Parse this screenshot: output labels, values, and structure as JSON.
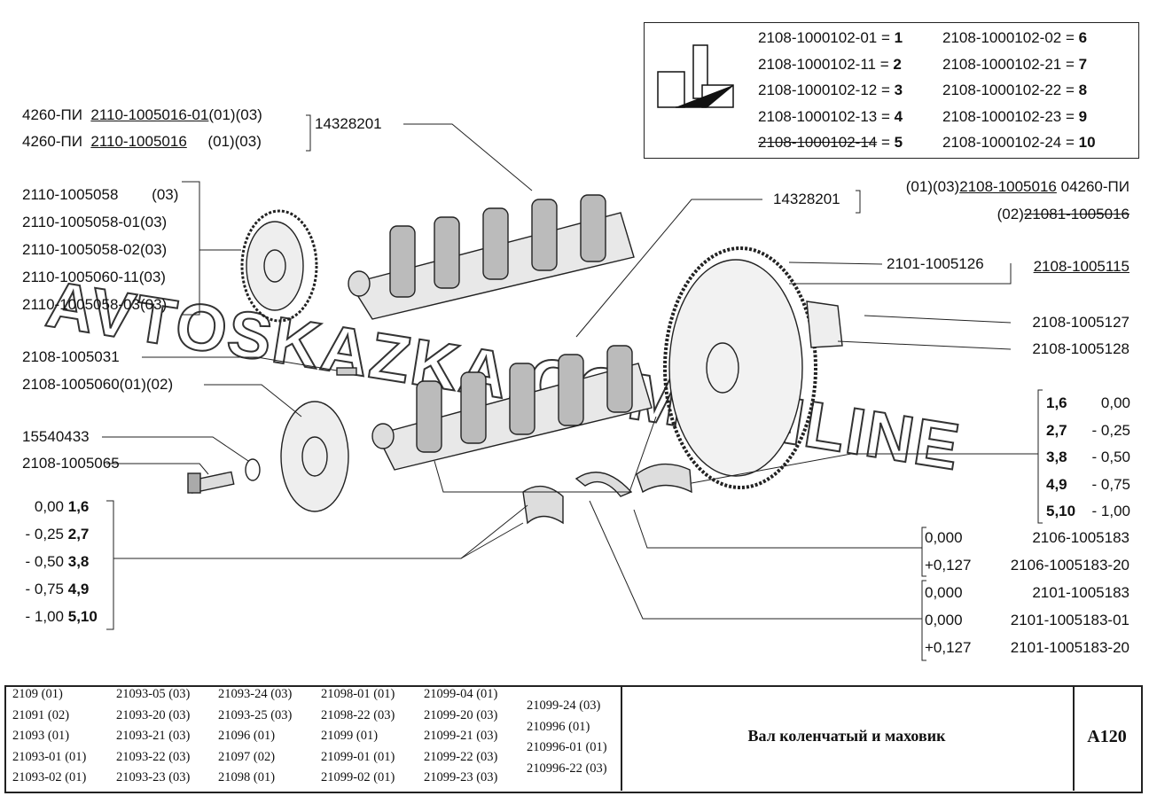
{
  "legend_box": {
    "rows": [
      {
        "code": "2108-1000102-01",
        "num": "1",
        "code2": "2108-1000102-02",
        "num2": "6"
      },
      {
        "code": "2108-1000102-11",
        "num": "2",
        "code2": "2108-1000102-21",
        "num2": "7"
      },
      {
        "code": "2108-1000102-12",
        "num": "3",
        "code2": "2108-1000102-22",
        "num2": "8"
      },
      {
        "code": "2108-1000102-13",
        "num": "4",
        "code2": "2108-1000102-23",
        "num2": "9"
      },
      {
        "code": "2108-1000102-14",
        "num": "5",
        "code2": "2108-1000102-24",
        "num2": "10"
      }
    ]
  },
  "labels": {
    "pulley_a_prefix": "4260-ПИ",
    "pulley_a_code": "2110-1005016-01",
    "pulley_a_suffix": "(01)(03)",
    "pulley_b_prefix": "4260-ПИ",
    "pulley_b_code": "2110-1005016",
    "pulley_b_suffix": "(01)(03)",
    "plug_top": "14328201",
    "damper": [
      "2110-1005058        (03)",
      "2110-1005058-01(03)",
      "2110-1005058-02(03)",
      "2110-1005060-11(03)",
      "2110-1005058-03(03)"
    ],
    "key": "2108-1005031",
    "pulley": "2108-1005060(01)(02)",
    "washer": "15540433",
    "bolt": "2108-1005065",
    "plug_right": "14328201",
    "crank_a_prefix": "(01)(03)",
    "crank_a_code": "2108-1005016",
    "crank_a_suffix": " 04260-ПИ",
    "crank_b_prefix": "(02)",
    "crank_b_code": "21081-1005016",
    "pin": "2101-1005126",
    "flywheel": "2108-1005115",
    "fw_bolt": "2108-1005127",
    "fw_washer": "2108-1005128"
  },
  "left_table": [
    [
      "0,00",
      "1,6"
    ],
    [
      "- 0,25",
      "2,7"
    ],
    [
      "- 0,50",
      "3,8"
    ],
    [
      "- 0,75",
      "4,9"
    ],
    [
      "- 1,00",
      "5,10"
    ]
  ],
  "right_table": [
    [
      "1,6",
      "0,00"
    ],
    [
      "2,7",
      "- 0,25"
    ],
    [
      "3,8",
      "- 0,50"
    ],
    [
      "4,9",
      "- 0,75"
    ],
    [
      "5,10",
      "- 1,00"
    ]
  ],
  "thrust_a": [
    [
      "0,000",
      "2106-1005183"
    ],
    [
      "+0,127",
      "2106-1005183-20"
    ]
  ],
  "thrust_b": [
    [
      "0,000",
      "2101-1005183"
    ],
    [
      "0,000",
      "2101-1005183-01"
    ],
    [
      "+0,127",
      "2101-1005183-20"
    ]
  ],
  "models": [
    [
      "2109 (01)",
      "21091 (02)",
      "21093 (01)",
      "21093-01 (01)",
      "21093-02 (01)"
    ],
    [
      "21093-05 (03)",
      "21093-20 (03)",
      "21093-21 (03)",
      "21093-22 (03)",
      "21093-23 (03)"
    ],
    [
      "21093-24 (03)",
      "21093-25 (03)",
      "21096 (01)",
      "21097 (02)",
      "21098 (01)"
    ],
    [
      "21098-01 (01)",
      "21098-22 (03)",
      "21099 (01)",
      "21099-01 (01)",
      "21099-02 (01)"
    ],
    [
      "21099-04 (01)",
      "21099-20 (03)",
      "21099-21 (03)",
      "21099-22 (03)",
      "21099-23 (03)"
    ],
    [
      "21099-24 (03)",
      "210996 (01)",
      "210996-01 (01)",
      "210996-22 (03)"
    ]
  ],
  "title": "Вал коленчатый и маховик",
  "code": "A120",
  "watermark": "AVTOSKAZKA.COM.ONLINE"
}
